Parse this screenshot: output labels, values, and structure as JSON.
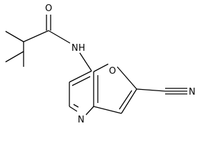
{
  "molecule": {
    "atom_labels": {
      "carbonyl_oxygen": "O",
      "amide_nitrogen": "N",
      "amide_hydrogen": "H",
      "furan_oxygen": "O",
      "nitrile_nitrogen": "N",
      "pyridine_nitrogen": "N"
    },
    "bond_color": "#000000",
    "label_color": "#000000"
  }
}
